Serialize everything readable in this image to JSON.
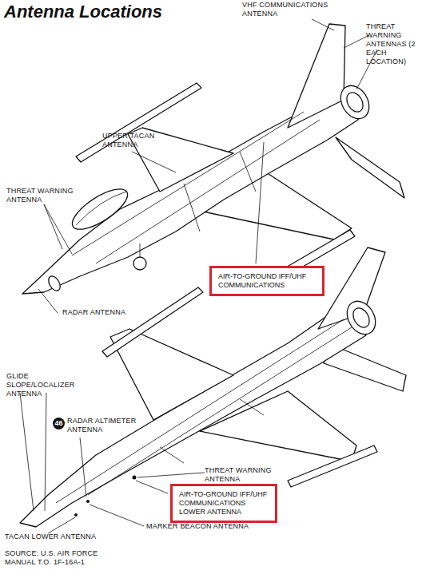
{
  "diagram": {
    "title": "Antenna Locations",
    "caption": "SOURCE: U.S. AIR FORCE MANUAL T.O. 1F-16A-1",
    "nodes": [
      {
        "text": [
          "AIR-TO-GROUND IFF/UHF COMMUNICATIONS"
        ]
      },
      {
        "text": [
          "AIR-TO-GROUND IFF/UHF COMMUNICATIONS LOWER ANTENNA"
        ]
      }
    ],
    "labels": [
      "VHF COMMUNICATIONS ANTENNA",
      "THREAT WARNING ANTENNAS (2 EACH LOCATION)",
      "UPPER TACAN ANTENNA",
      "THREAT WARNING ANTENNA",
      "RADAR ANTENNA",
      "GLIDE SLOPE/LOCALIZER ANTENNA",
      "46",
      "RADAR ALTIMETER ANTENNA",
      "THREAT WARNING ANTENNA",
      "MARKER BEACON ANTENNA",
      "TACAN LOWER ANTENNA"
    ]
  }
}
